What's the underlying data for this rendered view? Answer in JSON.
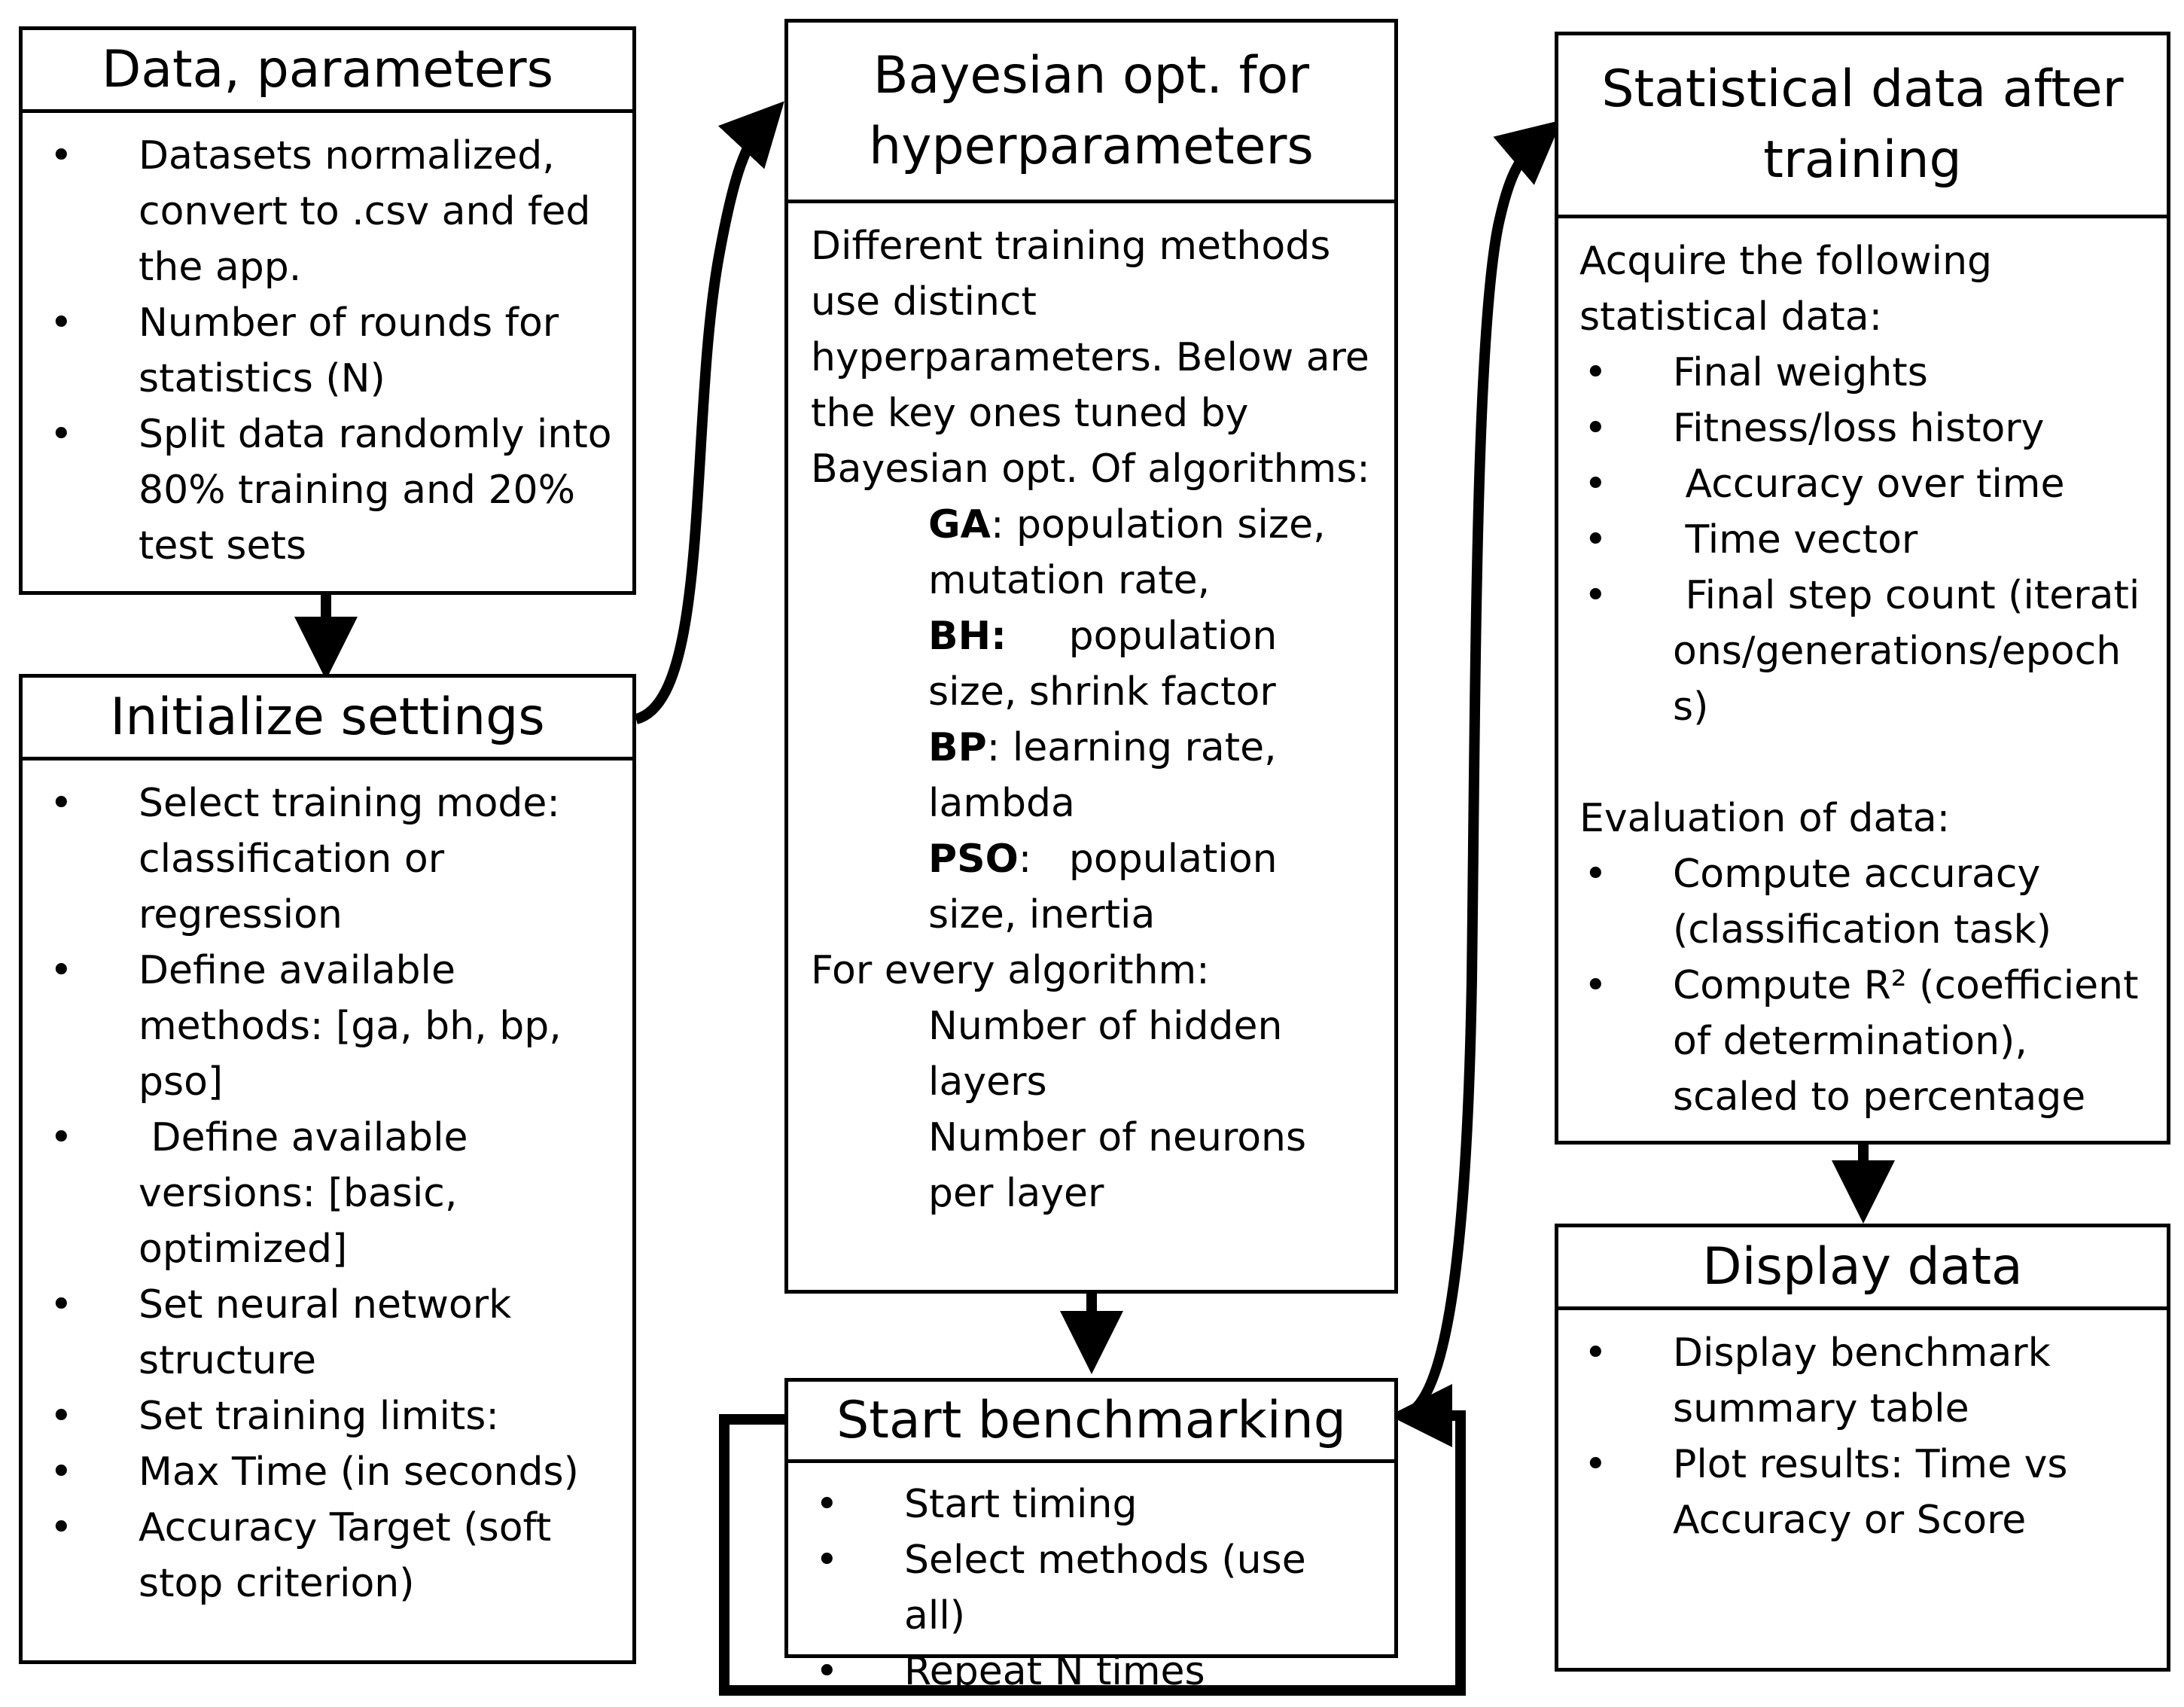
{
  "data_box": {
    "title": "Data, parameters",
    "items": [
      "Datasets normalized, convert to .csv and fed the app.",
      "Number of rounds for statistics (N)",
      "Split data randomly into 80% training and 20% test sets"
    ]
  },
  "init_box": {
    "title": "Initialize settings",
    "items": [
      "Select training mode: classification or regression",
      "Define available methods: [ga, bh, bp, pso]",
      " Define available versions: [basic, optimized]",
      "Set neural network structure",
      "Set training limits:",
      "Max Time (in seconds)",
      "Accuracy Target (soft stop criterion)"
    ]
  },
  "bayes_box": {
    "title_line1": "Bayesian opt. for",
    "title_line2": "hyperparameters",
    "intro": "Different training methods use distinct hyperparameters.  Below are the key ones tuned by Bayesian opt. Of algorithms:",
    "algorithms": [
      {
        "name": "GA",
        "sep": ": ",
        "desc": "population size, mutation rate,"
      },
      {
        "name": "BH:",
        "sep": "     ",
        "desc": "population size, shrink factor"
      },
      {
        "name": "BP",
        "sep": ": ",
        "desc": "learning rate, lambda"
      },
      {
        "name": "PSO",
        "sep": ":   ",
        "desc": "population size, inertia"
      }
    ],
    "every_label": "For every algorithm:",
    "every_items": [
      "Number of hidden layers",
      "Number of neurons per layer"
    ]
  },
  "bench_box": {
    "title": "Start benchmarking",
    "items": [
      "Start timing",
      "Select methods (use all)",
      "Repeat N times"
    ]
  },
  "stats_box": {
    "title_line1": "Statistical data after",
    "title_line2": "training",
    "intro": "Acquire the following statistical data:",
    "items": [
      "Final weights",
      "Fitness/loss history",
      " Accuracy over time",
      " Time vector",
      " Final step count (iterations/generations/epochs)"
    ],
    "eval_label": "Evaluation of data:",
    "eval_items": [
      "Compute accuracy (classification task)",
      "Compute R² (coefficient of determination), scaled to percentage"
    ]
  },
  "display_box": {
    "title": "Display data",
    "items": [
      "Display benchmark summary table",
      "Plot results: Time vs Accuracy or Score"
    ]
  },
  "bullet_glyph": "•"
}
